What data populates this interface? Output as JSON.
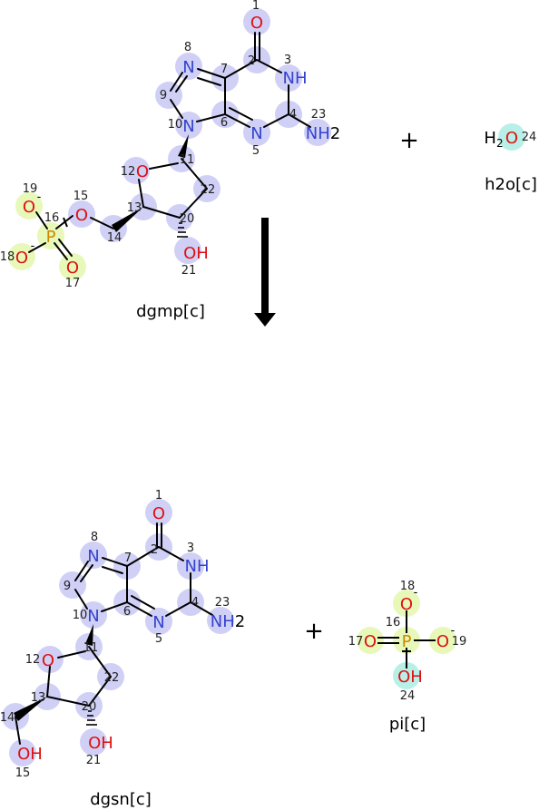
{
  "molecules": {
    "dgmp": "dgmp[c]",
    "h2o": "h2o[c]",
    "dgsn": "dgsn[c]",
    "pi": "pi[c]"
  },
  "operators": {
    "plus_top": "+",
    "plus_bottom": "+"
  },
  "atoms": {
    "n": "N",
    "o": "O",
    "p": "P",
    "oh": "OH",
    "nh": "NH",
    "nh2_main": "NH",
    "sub2": "2",
    "h2o_h": "H",
    "minus": "-"
  },
  "colors": {
    "nitrogen": "#3344cc",
    "oxygen": "#dd1111",
    "phosphorus": "#cc8800",
    "bond": "#000000",
    "highlight_blue": "#d0d0f6",
    "highlight_green": "#e8f8b8",
    "highlight_teal": "#b8f0e8",
    "label": "#222222"
  }
}
